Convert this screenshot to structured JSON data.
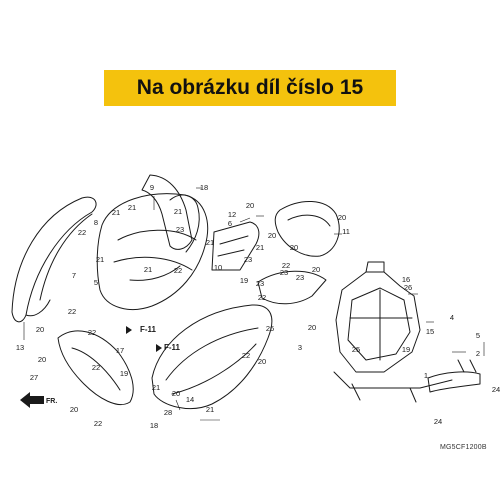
{
  "banner": {
    "title": "Na obrázku díl číslo 15"
  },
  "diagram": {
    "code": "MG5CF1200B",
    "front_label": "FR.",
    "ref_labels": [
      "F-11",
      "F-11"
    ],
    "callouts": [
      "9",
      "18",
      "21",
      "8",
      "21",
      "22",
      "23",
      "21",
      "21",
      "22",
      "21",
      "12",
      "20",
      "11",
      "20",
      "20",
      "21",
      "19",
      "23",
      "23",
      "22",
      "21",
      "5",
      "7",
      "22",
      "20",
      "13",
      "20",
      "27",
      "22",
      "17",
      "19",
      "22",
      "20",
      "21",
      "20",
      "21",
      "22",
      "18",
      "14",
      "28",
      "22",
      "20",
      "26",
      "16",
      "22",
      "20",
      "3",
      "23",
      "25",
      "19",
      "15",
      "4",
      "1",
      "5",
      "2",
      "26",
      "24",
      "24",
      "6",
      "10",
      "23",
      "20",
      "20"
    ],
    "colors": {
      "banner": "#f4c20d",
      "line": "#1a1a1a"
    }
  }
}
